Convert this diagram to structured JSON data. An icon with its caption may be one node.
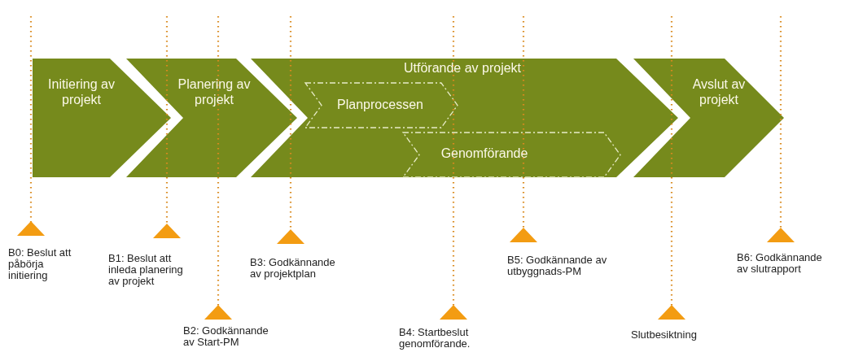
{
  "diagram": {
    "nodes": [
      {
        "text": [
          "Initiering av projekt"
        ]
      },
      {
        "text": [
          "Planering av projekt"
        ]
      },
      {
        "text": [
          "Utförande av projekt"
        ]
      },
      {
        "text": [
          "Planprocessen"
        ],
        "in": 2
      },
      {
        "text": [
          "Genomförande"
        ],
        "in": 2
      },
      {
        "text": [
          "Avslut av projekt"
        ]
      }
    ],
    "labels": [
      "B0: Beslut att påbörja initiering",
      "B1: Beslut att inleda planering av projekt",
      "B2: Godkännande av Start-PM",
      "B3: Godkännande av projektplan",
      "B4: Startbeslut genomförande.",
      "B5: Godkännande av utbyggnads-PM",
      "Slutbesiktning",
      "B6: Godkännande av slutrapport"
    ]
  }
}
